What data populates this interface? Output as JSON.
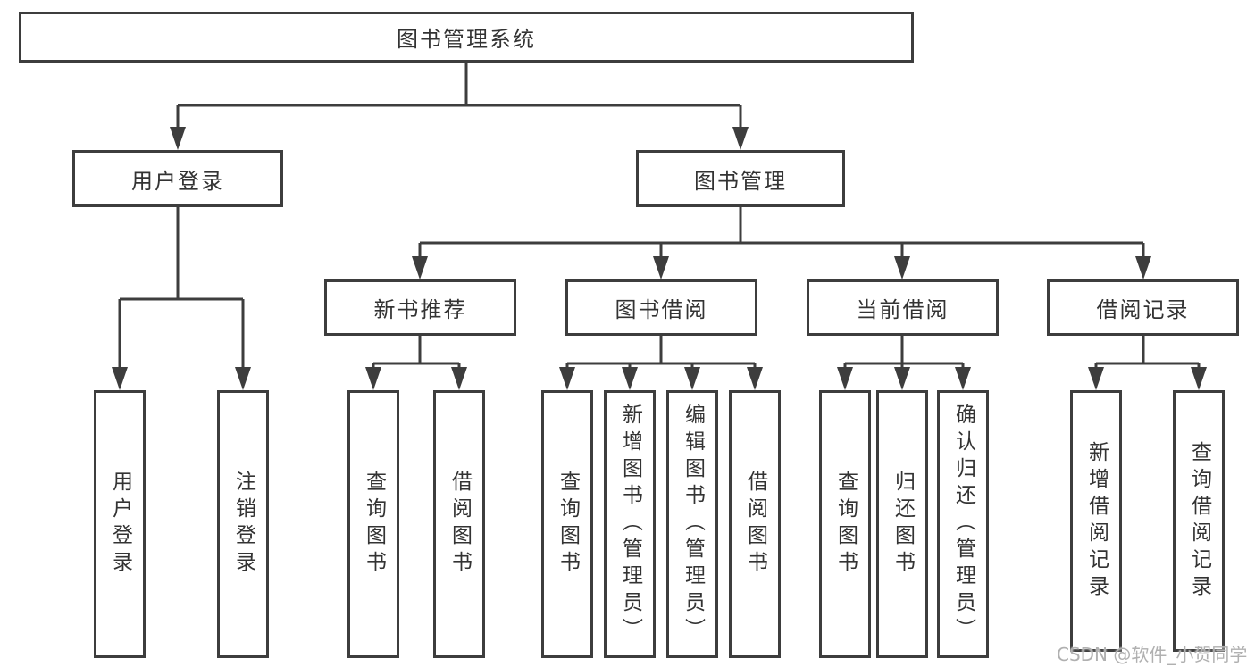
{
  "tree": {
    "root": {
      "label": "图书管理系统"
    },
    "branches": [
      {
        "label": "用户登录",
        "children": [
          {
            "label": "用户登录"
          },
          {
            "label": "注销登录"
          }
        ]
      },
      {
        "label": "图书管理",
        "children": [
          {
            "label": "新书推荐",
            "children": [
              {
                "label": "查询图书"
              },
              {
                "label": "借阅图书"
              }
            ]
          },
          {
            "label": "图书借阅",
            "children": [
              {
                "label": "查询图书"
              },
              {
                "label": "新增图书（管理员）"
              },
              {
                "label": "编辑图书（管理员）"
              },
              {
                "label": "借阅图书"
              }
            ]
          },
          {
            "label": "当前借阅",
            "children": [
              {
                "label": "查询图书"
              },
              {
                "label": "归还图书"
              },
              {
                "label": "确认归还（管理员）"
              }
            ]
          },
          {
            "label": "借阅记录",
            "children": [
              {
                "label": "新增借阅记录"
              },
              {
                "label": "查询借阅记录"
              }
            ]
          }
        ]
      }
    ]
  },
  "watermark": {
    "text": "CSDN @软件_小贺同学"
  },
  "colors": {
    "line": "#3d3d3d",
    "text": "#333333",
    "watermark": "#b0b0b0",
    "background": "#ffffff"
  }
}
